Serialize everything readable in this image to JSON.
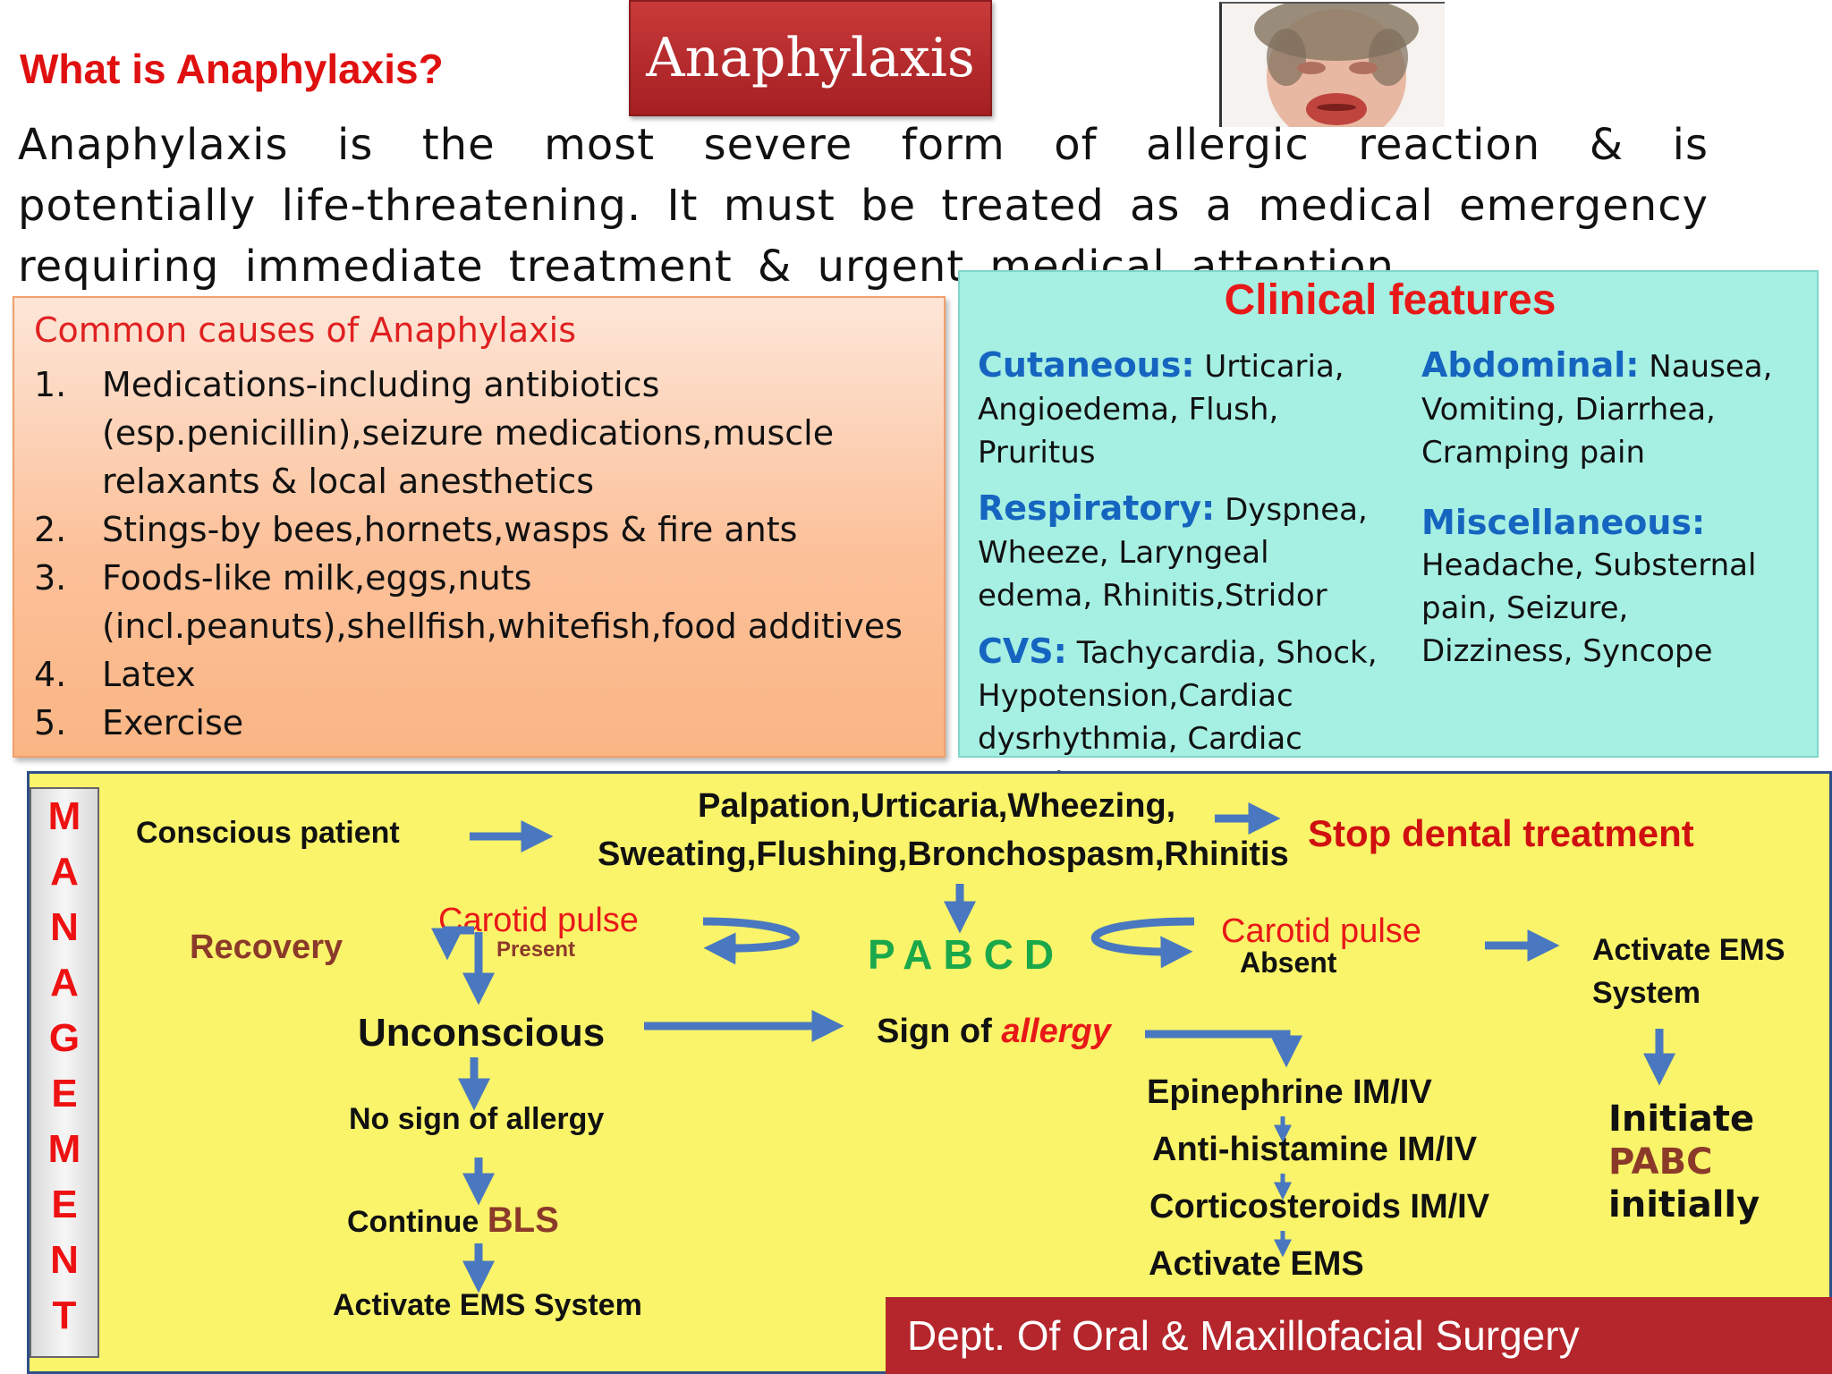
{
  "title": "Anaphylaxis",
  "heading": "What is Anaphylaxis?",
  "intro": "Anaphylaxis is the most severe form of allergic reaction & is potentially life-threatening. It must be treated as a medical emergency requiring immediate treatment & urgent medical attention.",
  "causes": {
    "title": "Common causes of Anaphylaxis",
    "items": [
      {
        "num": "1.",
        "text": "Medications-including antibiotics (esp.penicillin),seizure medications,muscle relaxants & local anesthetics"
      },
      {
        "num": "2.",
        "text": "Stings-by bees,hornets,wasps & fire ants"
      },
      {
        "num": "3.",
        "text": "Foods-like milk,eggs,nuts (incl.peanuts),shellfish,whitefish,food additives"
      },
      {
        "num": "4.",
        "text": "Latex"
      },
      {
        "num": "5.",
        "text": "Exercise"
      }
    ]
  },
  "clinical": {
    "title": "Clinical  features",
    "cutaneous": {
      "label": "Cutaneous:",
      "text": "Urticaria, Angioedema, Flush, Pruritus"
    },
    "respiratory": {
      "label": "Respiratory:",
      "text": "Dyspnea, Wheeze, Laryngeal edema, Rhinitis,Stridor"
    },
    "cvs": {
      "label": "CVS:",
      "text": "Tachycardia, Shock, Hypotension,Cardiac dysrhythmia, Cardiac arrest"
    },
    "abdominal": {
      "label": "Abdominal:",
      "text": "Nausea, Vomiting, Diarrhea, Cramping pain"
    },
    "misc": {
      "label": "Miscellaneous:",
      "text": "Headache, Substernal pain, Seizure, Dizziness, Syncope"
    }
  },
  "management": {
    "side_label": [
      "M",
      "A",
      "N",
      "A",
      "G",
      "E",
      "M",
      "E",
      "N",
      "T"
    ],
    "conscious": "Conscious patient",
    "symptoms_1": "Palpation,Urticaria,Wheezing,",
    "symptoms_2": "Sweating,Flushing,Bronchospasm,Rhinitis",
    "stop": "Stop dental treatment",
    "pabcd": "PABCD",
    "carotid_present": "Carotid  pulse",
    "present": "Present",
    "recovery": "Recovery",
    "carotid_absent": "Carotid pulse",
    "absent": "Absent",
    "activate_ems_system": "Activate EMS System",
    "unconscious": "Unconscious",
    "sign_of": "Sign of",
    "allergy": "allergy",
    "no_sign": "No sign of allergy",
    "continue": "Continue",
    "bls": "BLS",
    "activate_ems_system_2": "Activate EMS System",
    "epinephrine": "Epinephrine IM/IV",
    "antihistamine": "Anti-histamine IM/IV",
    "corticosteroids": "Corticosteroids IM/IV",
    "activate_ems": "Activate EMS",
    "initiate": "Initiate",
    "pabc": "PABC",
    "initially": "initially"
  },
  "footer": "Dept. Of Oral & Maxillofacial Surgery",
  "colors": {
    "title_bg": "#b5262c",
    "causes_bg": "#fcc19a",
    "clinical_bg": "#a6efe3",
    "management_bg": "#f9f46a",
    "arrow": "#4a78c0"
  }
}
